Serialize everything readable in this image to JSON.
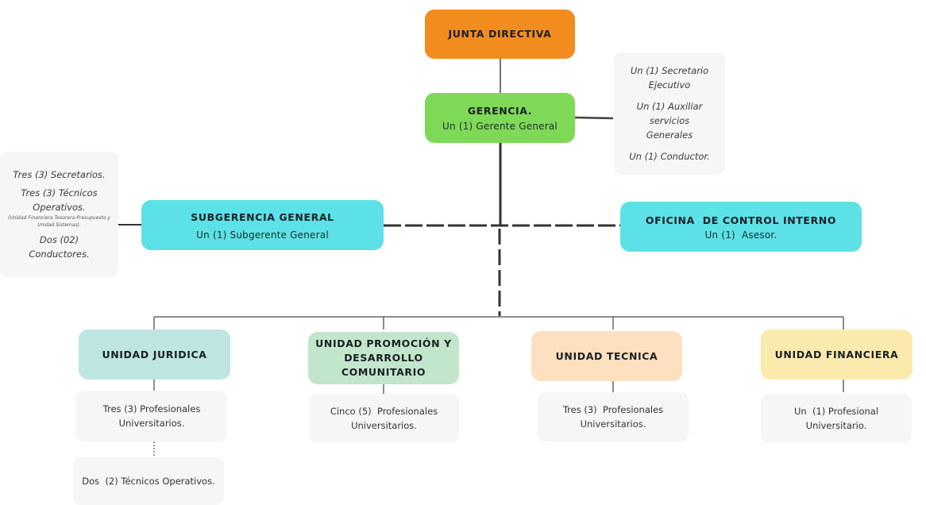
{
  "colors": {
    "junta": "#f28c1e",
    "gerencia": "#7ed957",
    "cyan": "#5ce1e6",
    "juridica": "#bde5e2",
    "promocion": "#c2e6cc",
    "tecnica": "#fde0bf",
    "financiera": "#fbeaae",
    "note": "#f6f6f6"
  },
  "junta": {
    "title": "JUNTA DIRECTIVA"
  },
  "gerencia": {
    "title": "GERENCIA.",
    "subtitle": "Un (1) Gerente General"
  },
  "gerencia_staff": {
    "items": [
      "Un (1) Secretario Ejecutivo",
      "Un (1) Auxiliar servicios Generales",
      "Un (1) Conductor."
    ]
  },
  "subgerencia": {
    "title": "SUBGERENCIA GENERAL",
    "subtitle": "Un (1) Subgerente General"
  },
  "subgerencia_staff": {
    "line1": "Tres (3) Secretarios.",
    "line2": "Tres (3) Técnicos Operativos.",
    "line2_note": "(Unidad Financiera Tesorera-Presupuesto y Unidad Sistemas).",
    "line3": "Dos (02) Conductores."
  },
  "control_interno": {
    "title": "OFICINA  DE CONTROL INTERNO",
    "subtitle": "Un (1)  Asesor."
  },
  "units": [
    {
      "title": "UNIDAD JURIDICA",
      "staff": "Tres (3) Profesionales Universitarios.",
      "extra": "Dos  (2) Técnicos Operativos."
    },
    {
      "title": "UNIDAD PROMOCIÓN Y DESARROLLO COMUNITARIO",
      "staff": "Cinco (5)  Profesionales Universitarios."
    },
    {
      "title": "UNIDAD TECNICA",
      "staff": "Tres (3)  Profesionales Universitarios."
    },
    {
      "title": "UNIDAD FINANCIERA",
      "staff": "Un  (1) Profesional Universitario."
    }
  ]
}
